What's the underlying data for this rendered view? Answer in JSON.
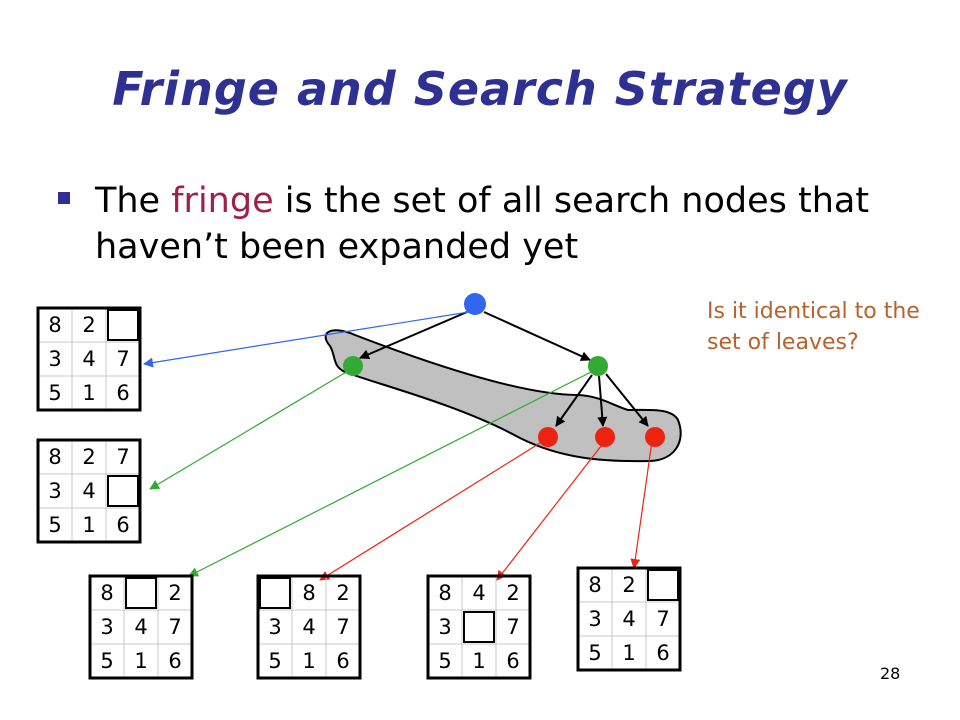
{
  "slide": {
    "title": "Fringe and Search Strategy",
    "bullet_prefix": "The ",
    "bullet_highlight": "fringe",
    "bullet_rest": " is the set of all search nodes that haven’t been expanded yet",
    "note": "Is it identical to the set of leaves?",
    "page_number": "28"
  },
  "colors": {
    "title": "#2e3192",
    "highlight": "#a0204a",
    "note": "#b8612a",
    "blue": "#3366ee",
    "green": "#33aa33",
    "red": "#ee2211",
    "fringe_region": "#c0c0c0"
  },
  "diagram": {
    "boards": [
      {
        "name": "root-board",
        "cells": [
          "8",
          "2",
          "",
          "3",
          "4",
          "7",
          "5",
          "1",
          "6"
        ]
      },
      {
        "name": "left-child-board",
        "cells": [
          "8",
          "2",
          "7",
          "3",
          "4",
          "",
          "5",
          "1",
          "6"
        ]
      },
      {
        "name": "right-child-board",
        "cells": [
          "8",
          "",
          "2",
          "3",
          "4",
          "7",
          "5",
          "1",
          "6"
        ]
      },
      {
        "name": "grandchild-board-1",
        "cells": [
          "",
          "8",
          "2",
          "3",
          "4",
          "7",
          "5",
          "1",
          "6"
        ]
      },
      {
        "name": "grandchild-board-2",
        "cells": [
          "8",
          "4",
          "2",
          "3",
          "",
          "7",
          "5",
          "1",
          "6"
        ]
      },
      {
        "name": "grandchild-board-3",
        "cells": [
          "8",
          "2",
          "",
          "3",
          "4",
          "7",
          "5",
          "1",
          "6"
        ]
      }
    ]
  }
}
